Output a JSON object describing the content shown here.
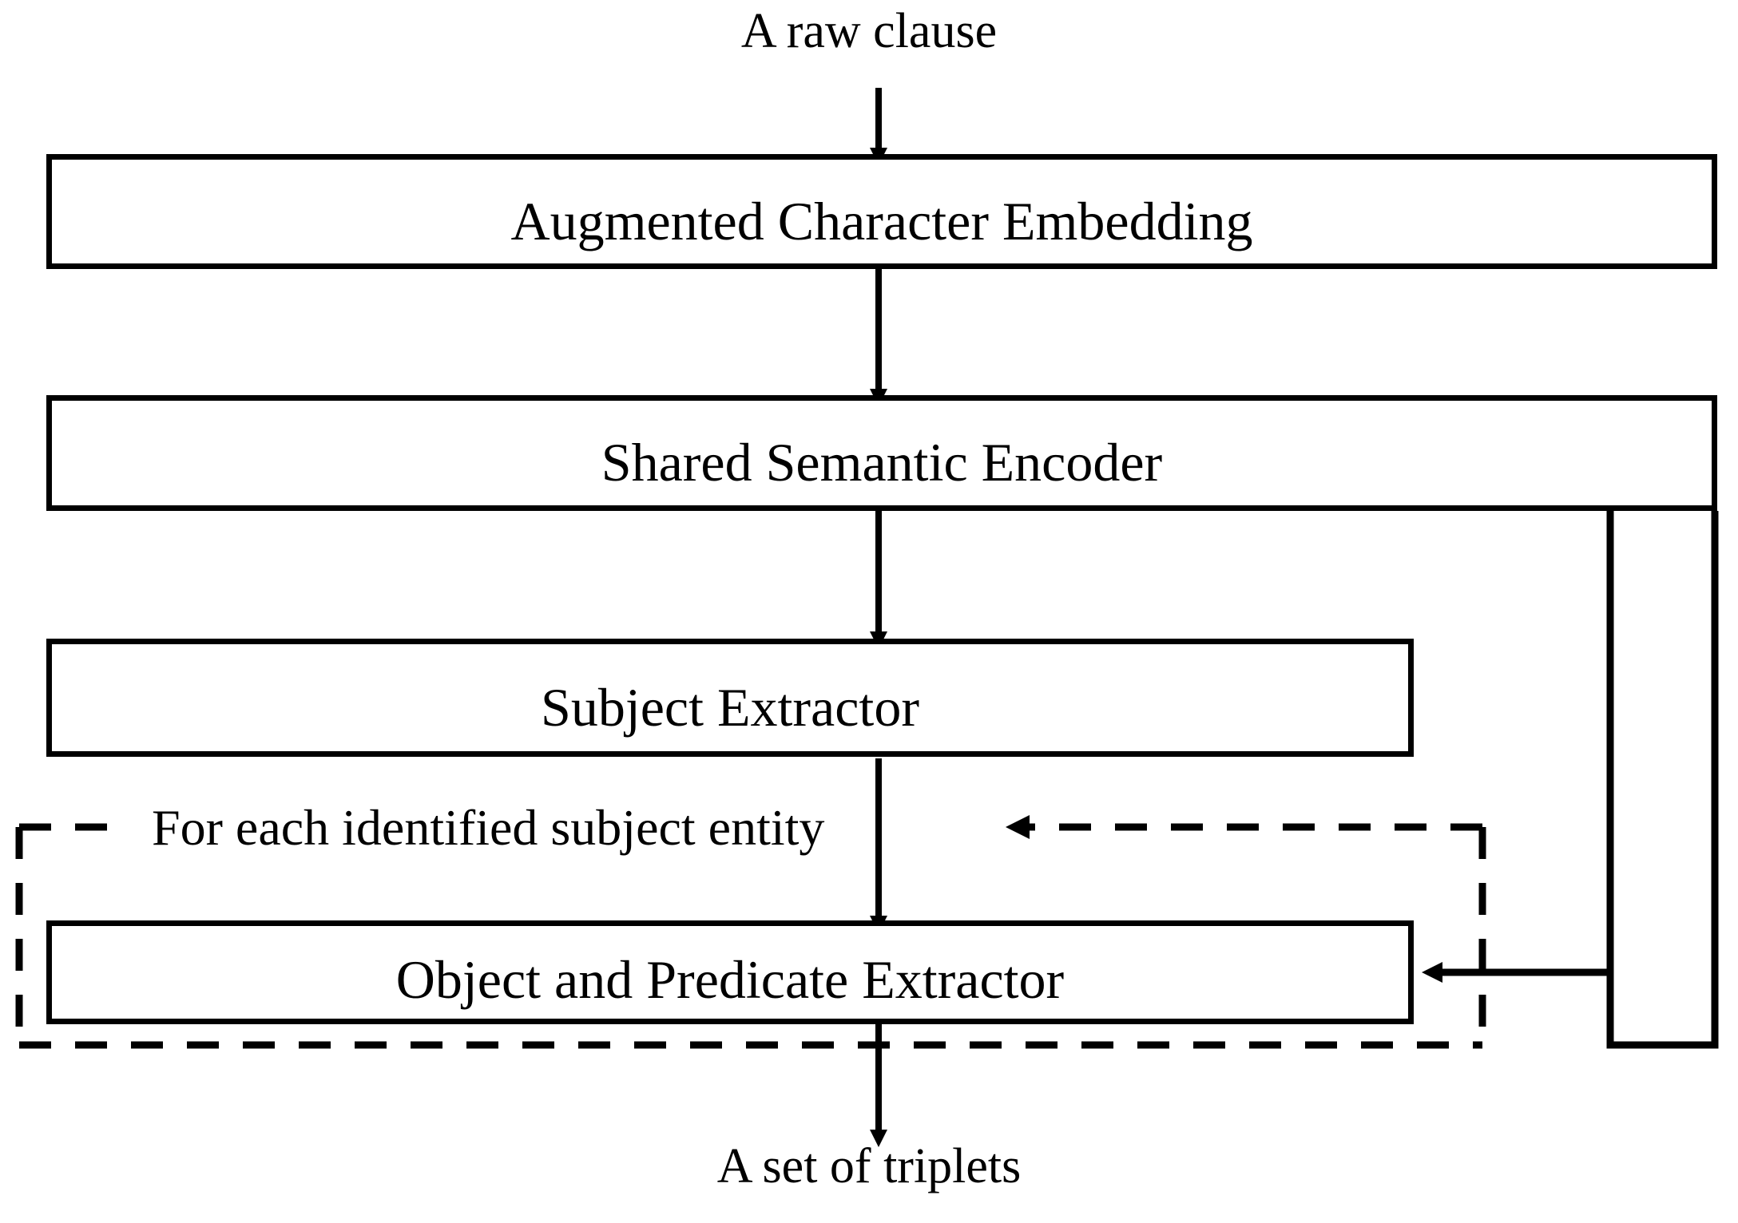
{
  "diagram": {
    "title": "Triplet extraction pipeline flowchart",
    "colors": {
      "stroke": "#000000",
      "background": "#ffffff",
      "text": "#000000"
    },
    "input": {
      "label": "A raw clause"
    },
    "output": {
      "label": "A set of triplets"
    },
    "nodes": [
      {
        "id": "augmented-character-embedding",
        "label": "Augmented Character Embedding",
        "shape": "rectangle",
        "border": "solid"
      },
      {
        "id": "shared-semantic-encoder",
        "label": "Shared Semantic Encoder",
        "shape": "rectangle",
        "border": "solid"
      },
      {
        "id": "subject-extractor",
        "label": "Subject Extractor",
        "shape": "rectangle",
        "border": "solid"
      },
      {
        "id": "object-and-predicate-extractor",
        "label": "Object and Predicate Extractor",
        "shape": "rectangle",
        "border": "solid"
      }
    ],
    "loop_group": {
      "label": "For each identified subject entity",
      "border": "dashed"
    },
    "edges": [
      {
        "id": "input-to-embedding",
        "from": "A raw clause",
        "to": "Augmented Character Embedding",
        "style": "solid",
        "arrow": "down"
      },
      {
        "id": "embedding-to-encoder",
        "from": "Augmented Character Embedding",
        "to": "Shared Semantic Encoder",
        "style": "solid",
        "arrow": "down"
      },
      {
        "id": "encoder-to-subject",
        "from": "Shared Semantic Encoder",
        "to": "Subject Extractor",
        "style": "solid",
        "arrow": "down"
      },
      {
        "id": "subject-to-object",
        "from": "Subject Extractor",
        "to": "Object and Predicate Extractor",
        "style": "solid",
        "arrow": "down"
      },
      {
        "id": "object-to-output",
        "from": "Object and Predicate Extractor",
        "to": "A set of triplets",
        "style": "solid",
        "arrow": "down"
      },
      {
        "id": "encoder-feedback-to-object",
        "from": "Shared Semantic Encoder",
        "to": "Object and Predicate Extractor",
        "style": "solid",
        "arrow": "left"
      },
      {
        "id": "loop-back-to-for-each",
        "from": "loop group right side",
        "to": "For each identified subject entity",
        "style": "dashed",
        "arrow": "left"
      }
    ]
  }
}
